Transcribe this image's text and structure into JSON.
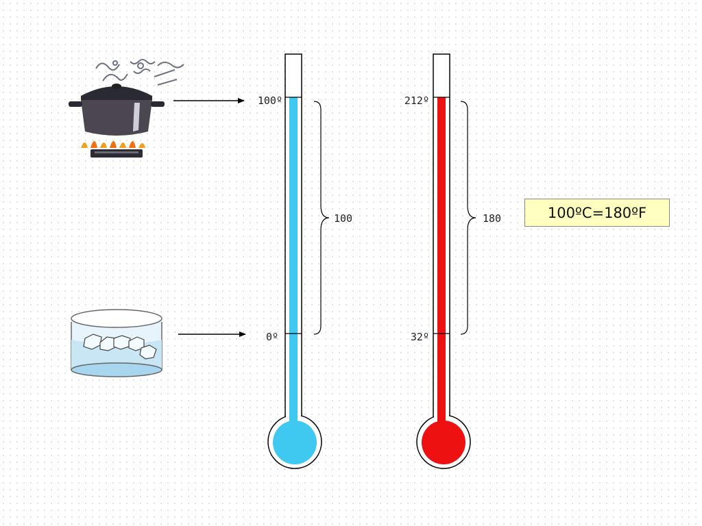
{
  "celsius": {
    "boil_label": "100º",
    "freeze_label": "0º",
    "range_label": "100",
    "fill_color": "#3fc8f0"
  },
  "fahrenheit": {
    "boil_label": "212º",
    "freeze_label": "32º",
    "range_label": "180",
    "fill_color": "#ee1111"
  },
  "equation": "100ºC=180ºF",
  "icons": {
    "boiling": "boiling-pot-on-stove-icon",
    "freezing": "ice-water-container-icon"
  }
}
